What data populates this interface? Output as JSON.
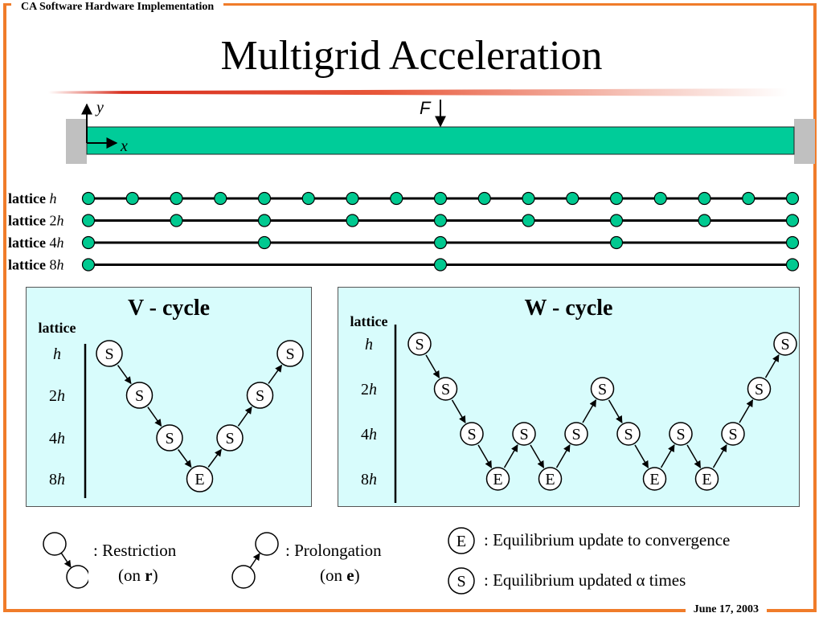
{
  "header": {
    "label": "CA Software Hardware Implementation"
  },
  "title": "Multigrid Acceleration",
  "beam": {
    "y_axis_label": "y",
    "x_axis_label": "x",
    "force_label": "F",
    "color": "#00cc99",
    "support_color": "#c0c0c0"
  },
  "lattices": [
    {
      "prefix": "lattice",
      "coef": "",
      "var": "h",
      "node_count": 17
    },
    {
      "prefix": "lattice",
      "coef": "2",
      "var": "h",
      "node_count": 9
    },
    {
      "prefix": "lattice",
      "coef": "4",
      "var": "h",
      "node_count": 5
    },
    {
      "prefix": "lattice",
      "coef": "8",
      "var": "h",
      "node_count": 3
    }
  ],
  "node_color": "#00c990",
  "v_cycle": {
    "title": "V - cycle",
    "lattice_header": "lattice",
    "levels": [
      {
        "coef": "",
        "var": "h"
      },
      {
        "coef": "2",
        "var": "h"
      },
      {
        "coef": "4",
        "var": "h"
      },
      {
        "coef": "8",
        "var": "h"
      }
    ],
    "nodes": [
      {
        "label": "S",
        "level": 0
      },
      {
        "label": "S",
        "level": 1
      },
      {
        "label": "S",
        "level": 2
      },
      {
        "label": "E",
        "level": 3
      },
      {
        "label": "S",
        "level": 2
      },
      {
        "label": "S",
        "level": 1
      },
      {
        "label": "S",
        "level": 0
      }
    ]
  },
  "w_cycle": {
    "title": "W - cycle",
    "lattice_header": "lattice",
    "levels": [
      {
        "coef": "",
        "var": "h"
      },
      {
        "coef": "2",
        "var": "h"
      },
      {
        "coef": "4",
        "var": "h"
      },
      {
        "coef": "8",
        "var": "h"
      }
    ],
    "nodes": [
      {
        "label": "S",
        "level": 0
      },
      {
        "label": "S",
        "level": 1
      },
      {
        "label": "S",
        "level": 2
      },
      {
        "label": "E",
        "level": 3
      },
      {
        "label": "S",
        "level": 2
      },
      {
        "label": "E",
        "level": 3
      },
      {
        "label": "S",
        "level": 2
      },
      {
        "label": "S",
        "level": 1
      },
      {
        "label": "S",
        "level": 2
      },
      {
        "label": "E",
        "level": 3
      },
      {
        "label": "S",
        "level": 2
      },
      {
        "label": "E",
        "level": 3
      },
      {
        "label": "S",
        "level": 2
      },
      {
        "label": "S",
        "level": 1
      },
      {
        "label": "S",
        "level": 0
      }
    ]
  },
  "legend": {
    "restriction": {
      "text": ": Restriction",
      "sub_prefix": "(on ",
      "sub_bold": "r",
      "sub_suffix": ")"
    },
    "prolongation": {
      "text": ": Prolongation",
      "sub_prefix": "(on ",
      "sub_bold": "e",
      "sub_suffix": ")"
    },
    "equilibrium_conv": {
      "symbol": "E",
      "text": ": Equilibrium update to convergence"
    },
    "equilibrium_alpha": {
      "symbol": "S",
      "text": ": Equilibrium updated α times"
    }
  },
  "footer": {
    "date": "June 17, 2003"
  },
  "colors": {
    "frame": "#f07c2a",
    "panel_bg": "#d8fcfc",
    "title_bar": "#d83020"
  }
}
